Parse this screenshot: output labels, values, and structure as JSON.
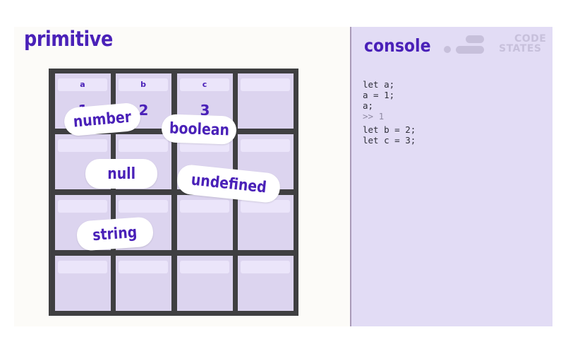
{
  "primitive": {
    "title": "primitive",
    "cells": [
      {
        "tag": "a",
        "value": "1"
      },
      {
        "tag": "b",
        "value": "2"
      },
      {
        "tag": "c",
        "value": "3"
      },
      {
        "tag": "",
        "value": ""
      }
    ],
    "types": [
      "number",
      "boolean",
      "null",
      "undefined",
      "string"
    ]
  },
  "console": {
    "title": "console",
    "logo_line1": "CODE",
    "logo_line2": "STATES",
    "lines": [
      "let a;",
      "a = 1;",
      "a;",
      ">> 1",
      "let b = 2;",
      "let c = 3;"
    ]
  },
  "colors": {
    "accent": "#4a21b8",
    "grid": "#3f3f41",
    "cell": "#dcd4ef",
    "console_bg": "#e2dcf5"
  }
}
